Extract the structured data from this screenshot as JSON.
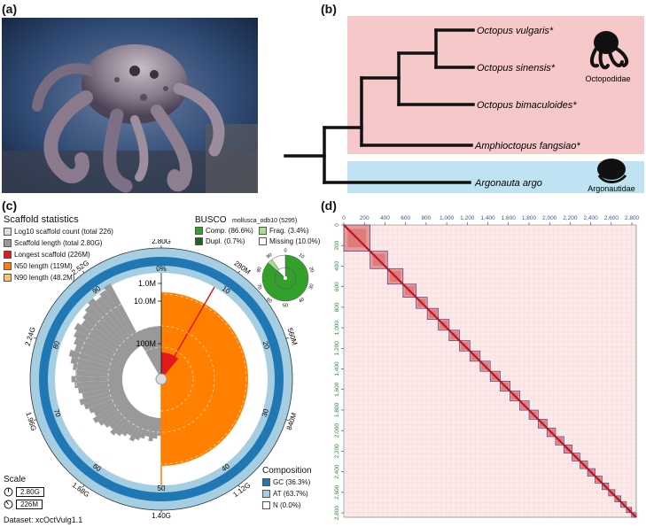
{
  "panels": {
    "a": {
      "label": "(a)"
    },
    "b": {
      "label": "(b)"
    },
    "c": {
      "label": "(c)"
    },
    "d": {
      "label": "(d)"
    }
  },
  "tree": {
    "taxa": [
      "Octopus vulgaris*",
      "Octopus sinensis*",
      "Octopus bimaculoides*",
      "Amphioctopus fangsiao*",
      "Argonauta argo"
    ],
    "families": [
      "Octopodidae",
      "Argonautidae"
    ],
    "colors": {
      "octopodidae_box": "#f7c8c9",
      "argonautidae_box": "#bfe3f2"
    }
  },
  "snail": {
    "title": "Scaffold statistics",
    "legend": [
      {
        "label": "Log10 scaffold count (total 226)",
        "color": "#dddddd"
      },
      {
        "label": "Scaffold length (total 2.80G)",
        "color": "#999999"
      },
      {
        "label": "Longest scaffold (226M)",
        "color": "#e31a1c"
      },
      {
        "label": "N50 length (119M)",
        "color": "#ff7f00"
      },
      {
        "label": "N90 length (48.2M)",
        "color": "#fdbf6f"
      }
    ],
    "busco": {
      "title": "BUSCO",
      "dataset": "mollusca_odb10 (5295)",
      "items": [
        {
          "label": "Comp. (86.6%)",
          "color": "#33a02c"
        },
        {
          "label": "Frag. (3.4%)",
          "color": "#a3e08f"
        },
        {
          "label": "Dupl. (0.7%)",
          "color": "#20641c"
        },
        {
          "label": "Missing (10.0%)",
          "color": "#ffffff"
        }
      ],
      "ticks": [
        "0",
        "10",
        "20",
        "30",
        "40",
        "50",
        "60",
        "70",
        "80",
        "90"
      ]
    },
    "outer_labels": [
      {
        "text": "2.80G",
        "angle": 0
      },
      {
        "text": "280M",
        "angle": 36
      },
      {
        "text": "560M",
        "angle": 72
      },
      {
        "text": "840M",
        "angle": 108
      },
      {
        "text": "1.12G",
        "angle": 144
      },
      {
        "text": "1.40G",
        "angle": 180
      },
      {
        "text": "1.68G",
        "angle": 216
      },
      {
        "text": "1.96G",
        "angle": 252
      },
      {
        "text": "2.24G",
        "angle": 288
      },
      {
        "text": "2.52G",
        "angle": 324
      }
    ],
    "percent_labels": [
      {
        "text": "0%",
        "angle": 0
      },
      {
        "text": "10",
        "angle": 36
      },
      {
        "text": "20",
        "angle": 72
      },
      {
        "text": "30",
        "angle": 108
      },
      {
        "text": "40",
        "angle": 144
      },
      {
        "text": "50",
        "angle": 180
      },
      {
        "text": "60",
        "angle": 216
      },
      {
        "text": "70",
        "angle": 252
      },
      {
        "text": "80",
        "angle": 288
      },
      {
        "text": "90",
        "angle": 324
      }
    ],
    "radial_labels": [
      "1.0M",
      "10.0M",
      "100M"
    ],
    "scale": {
      "title": "Scale",
      "items": [
        "2.80G",
        "226M"
      ]
    },
    "composition": {
      "title": "Composition",
      "items": [
        {
          "label": "GC (36.3%)",
          "color": "#1f78b4"
        },
        {
          "label": "AT (63.7%)",
          "color": "#a6cee3"
        },
        {
          "label": "N (0.0%)",
          "color": "#ffffff"
        }
      ]
    },
    "dataset": "Dataset: xcOctVulg1.1"
  },
  "hic": {
    "top_ticks": [
      "0",
      "200",
      "400",
      "600",
      "800",
      "1,000",
      "1,200",
      "1,400",
      "1,600",
      "1,800",
      "2,000",
      "2,200",
      "2,400",
      "2,600",
      "2,800"
    ],
    "left_ticks": [
      "0",
      "200",
      "400",
      "600",
      "800",
      "1,000",
      "1,200",
      "1,400",
      "1,600",
      "1,800",
      "2,000",
      "2,200",
      "2,400",
      "2,600",
      "2,800"
    ],
    "blocks": [
      226,
      150,
      134,
      113,
      96,
      95,
      93,
      90,
      89,
      88,
      87,
      86,
      85,
      84,
      80,
      78,
      76,
      74,
      72,
      70,
      68,
      66,
      64,
      60,
      57,
      54,
      51,
      48,
      45,
      40
    ]
  }
}
